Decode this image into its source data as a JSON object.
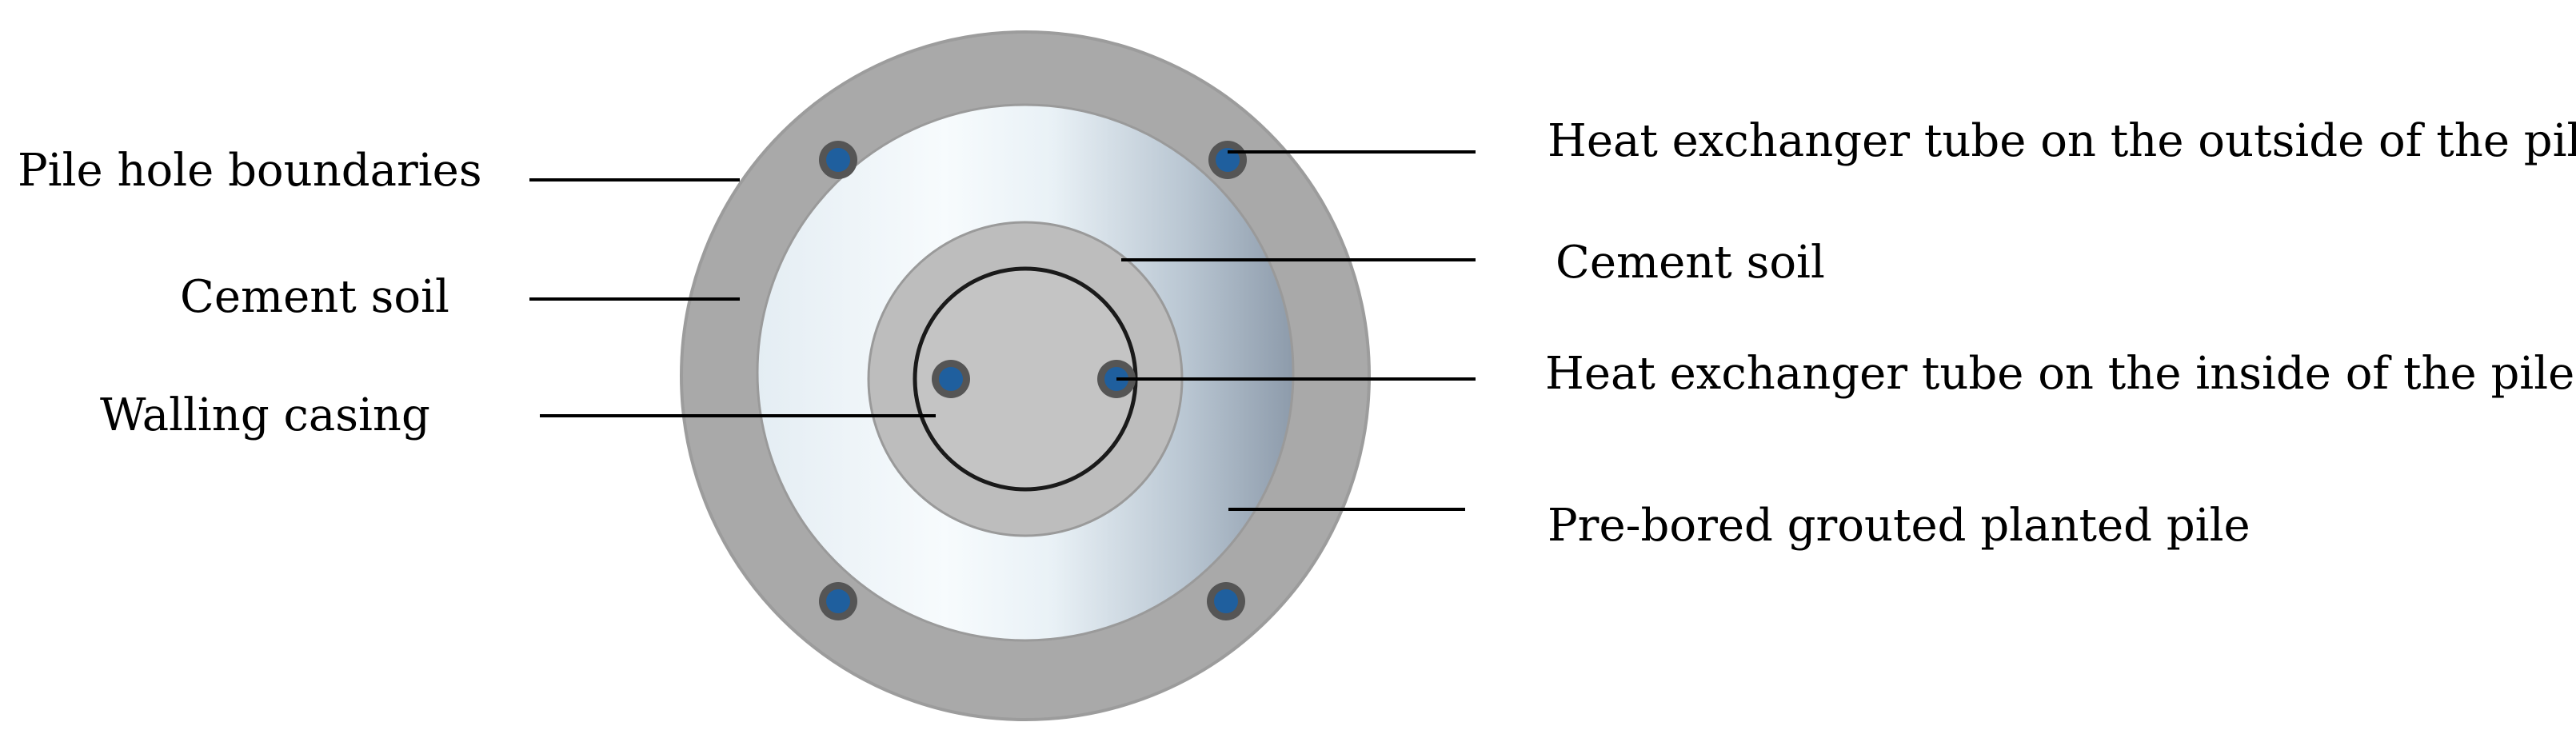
{
  "labels": {
    "pile_hole_boundaries": "Pile hole boundaries",
    "cement_soil_outer": "Cement soil",
    "walling_casing": "Walling casing",
    "heat_tube_outside": "Heat exchanger tube on the outside of the pile",
    "cement_soil_inner": "Cement soil",
    "heat_tube_inside": "Heat exchanger tube on the inside of the pile",
    "pre_bored_pile": "Pre-bored grouted planted pile"
  },
  "colors": {
    "outer_cement_soil": "#a8a8a8",
    "pile_body_light": "#eef6fb",
    "pile_body_dark": "#8e9cab",
    "inner_cement_soil": "#bdbdbd",
    "walling_core": "#c4c4c4",
    "tube_fill": "#1f5f9e",
    "tube_ring": "#555555",
    "leader_line": "#000000"
  }
}
